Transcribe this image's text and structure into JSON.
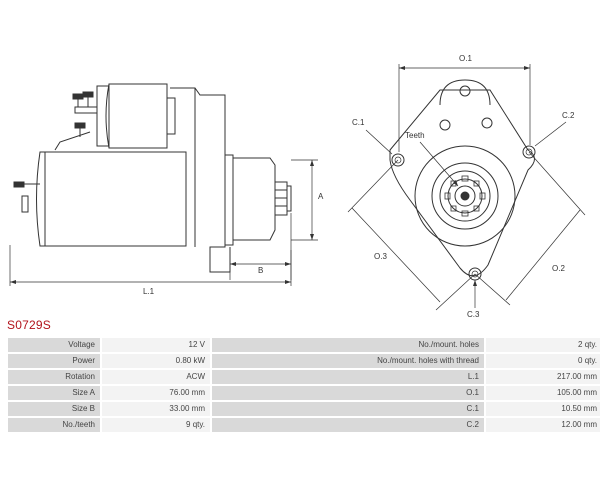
{
  "drawing": {
    "labels": {
      "A": "A",
      "B": "B",
      "L1": "L.1",
      "O1": "O.1",
      "O2": "O.2",
      "O3": "O.3",
      "C1": "C.1",
      "C2": "C.2",
      "C3": "C.3",
      "teeth": "Teeth"
    }
  },
  "part": {
    "code": "S0729S"
  },
  "specs": [
    {
      "label": "Voltage",
      "value": "12 V",
      "label2": "No./mount. holes",
      "value2": "2 qty."
    },
    {
      "label": "Power",
      "value": "0.80 kW",
      "label2": "No./mount. holes with thread",
      "value2": "0 qty."
    },
    {
      "label": "Rotation",
      "value": "ACW",
      "label2": "L.1",
      "value2": "217.00 mm"
    },
    {
      "label": "Size A",
      "value": "76.00 mm",
      "label2": "O.1",
      "value2": "105.00 mm"
    },
    {
      "label": "Size B",
      "value": "33.00 mm",
      "label2": "C.1",
      "value2": "10.50 mm"
    },
    {
      "label": "No./teeth",
      "value": "9 qty.",
      "label2": "C.2",
      "value2": "12.00 mm"
    }
  ]
}
